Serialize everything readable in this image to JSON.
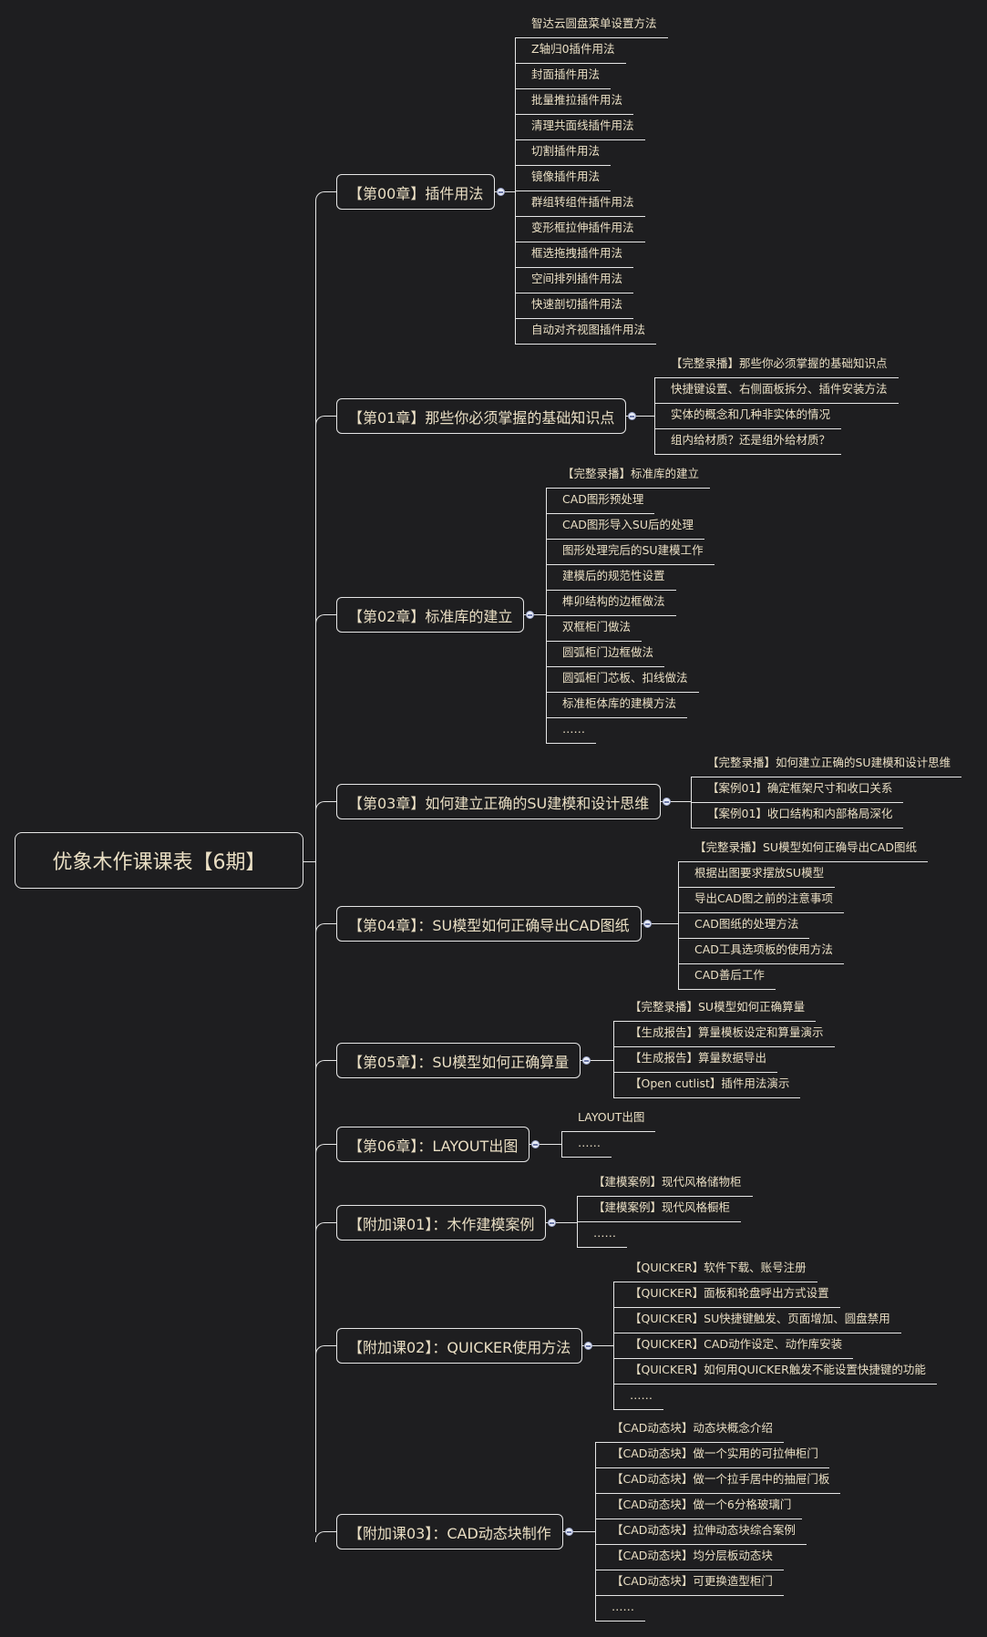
{
  "root": {
    "label": "优象木作课课表【6期】"
  },
  "chapters": [
    {
      "label": "【第00章】插件用法",
      "items": [
        "智达云圆盘菜单设置方法",
        "Z轴归0插件用法",
        "封面插件用法",
        "批量推拉插件用法",
        "清理共面线插件用法",
        "切割插件用法",
        "镜像插件用法",
        "群组转组件插件用法",
        "变形框拉伸插件用法",
        "框选拖拽插件用法",
        "空间排列插件用法",
        "快速剖切插件用法",
        "自动对齐视图插件用法"
      ]
    },
    {
      "label": "【第01章】那些你必须掌握的基础知识点",
      "items": [
        "【完整录播】那些你必须掌握的基础知识点",
        "快捷键设置、右侧面板拆分、插件安装方法",
        "实体的概念和几种非实体的情况",
        "组内给材质？还是组外给材质？"
      ]
    },
    {
      "label": "【第02章】标准库的建立",
      "items": [
        "【完整录播】标准库的建立",
        "CAD图形预处理",
        "CAD图形导入SU后的处理",
        "图形处理完后的SU建模工作",
        "建模后的规范性设置",
        "榫卯结构的边框做法",
        "双框柜门做法",
        "圆弧柜门边框做法",
        "圆弧柜门芯板、扣线做法",
        "标准柜体库的建模方法",
        "……"
      ]
    },
    {
      "label": "【第03章】如何建立正确的SU建模和设计思维",
      "items": [
        "【完整录播】如何建立正确的SU建模和设计思维",
        "【案例01】确定框架尺寸和收口关系",
        "【案例01】收口结构和内部格局深化"
      ]
    },
    {
      "label": "【第04章】：SU模型如何正确导出CAD图纸",
      "items": [
        "【完整录播】SU模型如何正确导出CAD图纸",
        "根据出图要求摆放SU模型",
        "导出CAD图之前的注意事项",
        "CAD图纸的处理方法",
        "CAD工具选项板的使用方法",
        "CAD善后工作"
      ]
    },
    {
      "label": "【第05章】：SU模型如何正确算量",
      "items": [
        "【完整录播】SU模型如何正确算量",
        "【生成报告】算量模板设定和算量演示",
        "【生成报告】算量数据导出",
        "【Open cutlist】插件用法演示"
      ]
    },
    {
      "label": "【第06章】：LAYOUT出图",
      "items": [
        "LAYOUT出图",
        "……"
      ]
    },
    {
      "label": "【附加课01】：木作建模案例",
      "items": [
        "【建模案例】现代风格储物柜",
        "【建模案例】现代风格橱柜",
        "……"
      ]
    },
    {
      "label": "【附加课02】：QUICKER使用方法",
      "items": [
        "【QUICKER】软件下载、账号注册",
        "【QUICKER】面板和轮盘呼出方式设置",
        "【QUICKER】SU快捷键触发、页面增加、圆盘禁用",
        "【QUICKER】CAD动作设定、动作库安装",
        "【QUICKER】如何用QUICKER触发不能设置快捷键的功能",
        "……"
      ]
    },
    {
      "label": "【附加课03】：CAD动态块制作",
      "items": [
        "【CAD动态块】动态块概念介绍",
        "【CAD动态块】做一个实用的可拉伸柜门",
        "【CAD动态块】做一个拉手居中的抽屉门板",
        "【CAD动态块】做一个6分格玻璃门",
        "【CAD动态块】拉伸动态块综合案例",
        "【CAD动态块】均分层板动态块",
        "【CAD动态块】可更换造型柜门",
        "……"
      ]
    }
  ]
}
